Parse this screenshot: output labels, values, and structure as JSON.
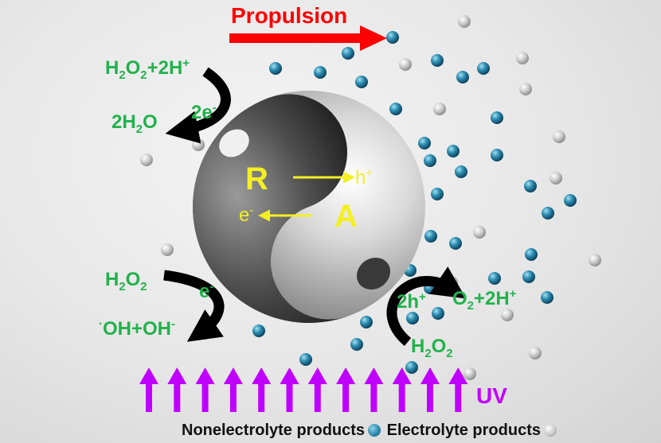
{
  "title": "Propulsion",
  "sphere": {
    "left_letter": "R",
    "right_letter": "A",
    "hole": "h",
    "electron": "e"
  },
  "reactions": {
    "top_left": {
      "reactant": "H",
      "product": "2H",
      "electrons": "2e"
    },
    "bottom_left": {
      "reactant": "H",
      "product": "OH+OH",
      "electron": "e"
    },
    "bottom_right": {
      "holes": "2h",
      "product": "O",
      "reactant": "H"
    }
  },
  "light": {
    "label": "UV",
    "arrow_count": 12,
    "color": "#c000ff"
  },
  "legend": {
    "nonelectrolyte": "Nonelectrolyte products",
    "electrolyte": "Electrolyte products"
  },
  "colors": {
    "propulsion": "#ff0000",
    "reaction_text": "#22b24c",
    "sphere_text": "#f4ef24",
    "uv": "#c000ff"
  }
}
